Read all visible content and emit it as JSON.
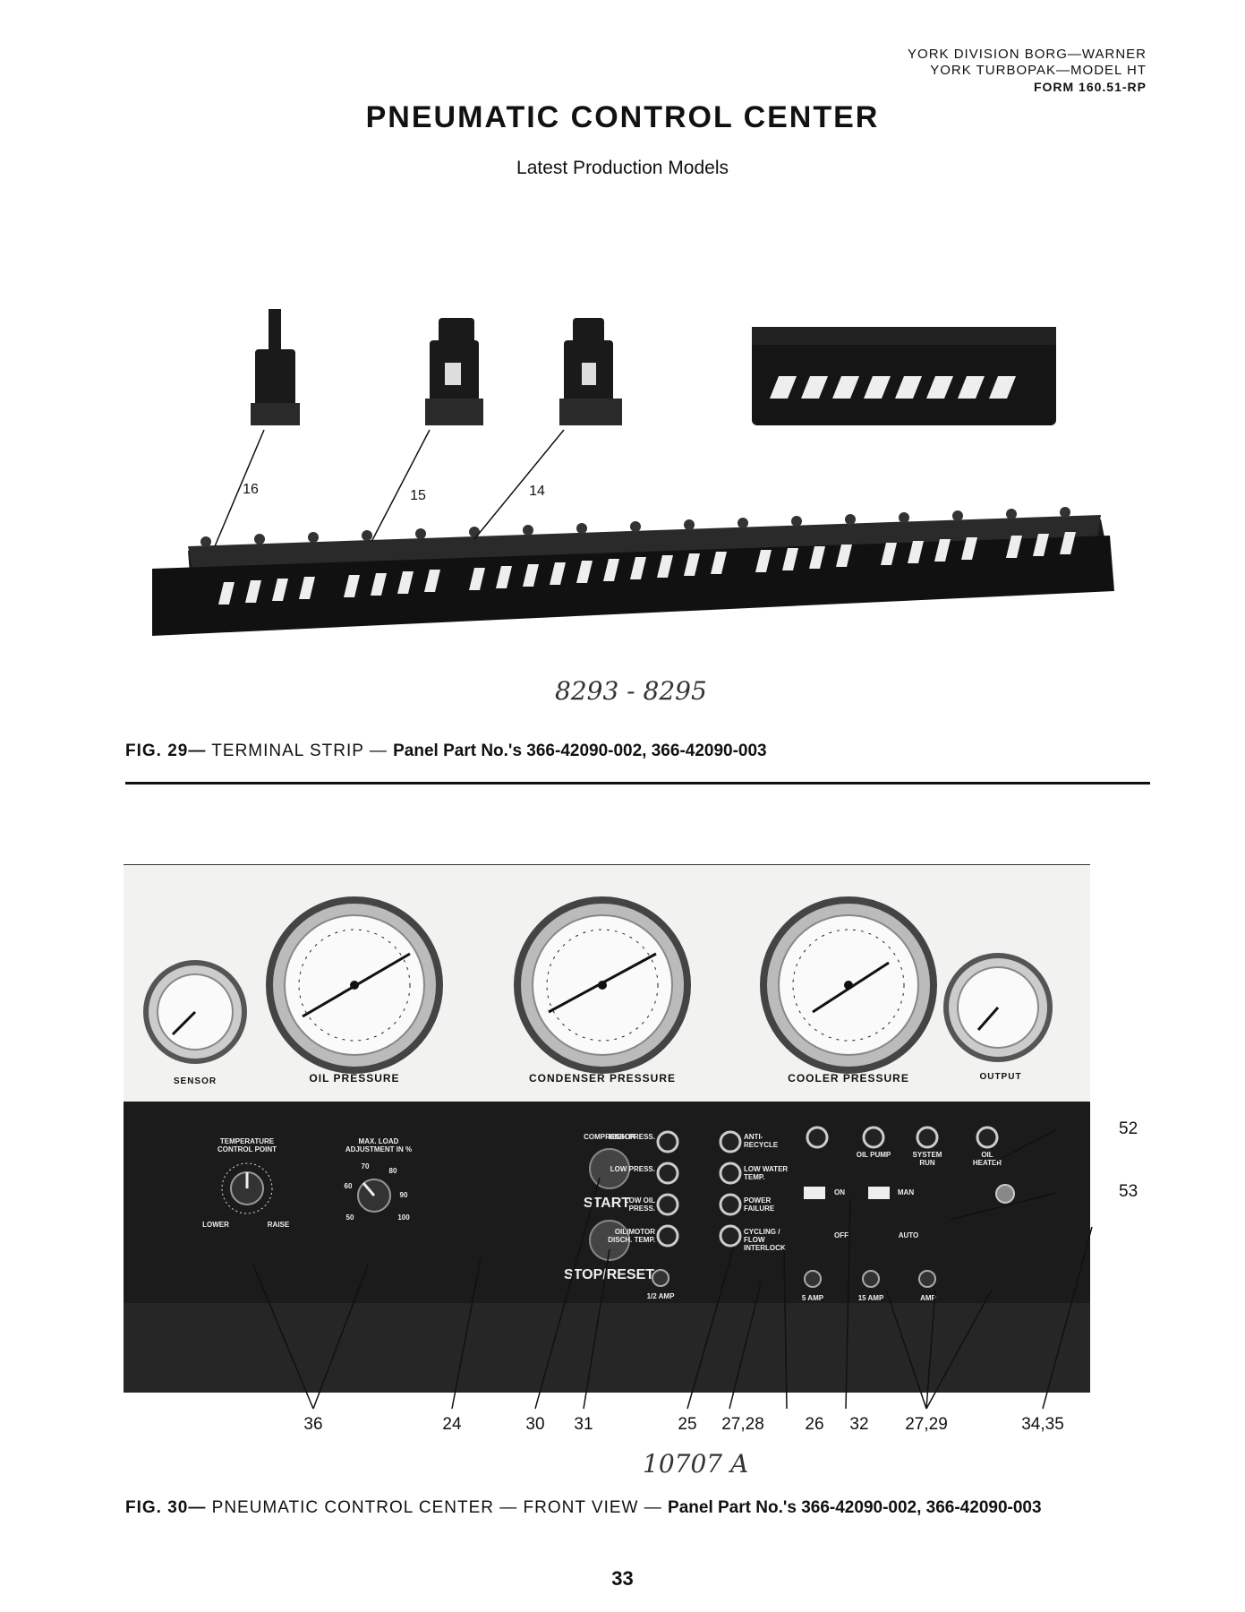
{
  "header": {
    "line1": "YORK DIVISION  BORG—WARNER",
    "line2": "YORK TURBOPAK—MODEL HT",
    "line3": "FORM 160.51-RP"
  },
  "title": "PNEUMATIC CONTROL CENTER",
  "subtitle": "Latest Production Models",
  "fig29": {
    "label": "FIG. 29—",
    "name": "TERMINAL STRIP",
    "dash": "—",
    "parts": "Panel Part No.'s 366-42090-002, 366-42090-003",
    "callouts": [
      "16",
      "15",
      "14"
    ],
    "handwritten": "8293 - 8295"
  },
  "fig30": {
    "label": "FIG. 30—",
    "name": "PNEUMATIC CONTROL CENTER — FRONT VIEW —",
    "parts": "Panel Part No.'s 366-42090-002, 366-42090-003",
    "handwritten": "10707 A",
    "gauges": {
      "sensor": "SENSOR",
      "oil": "OIL PRESSURE",
      "condenser": "CONDENSER PRESSURE",
      "cooler": "COOLER PRESSURE",
      "output": "OUTPUT"
    },
    "panel": {
      "temp_control": "TEMPERATURE CONTROL POINT",
      "lower": "LOWER",
      "raise": "RAISE",
      "max_load": "MAX. LOAD ADJUSTMENT IN %",
      "load_ticks": [
        "50",
        "60",
        "70",
        "80",
        "90",
        "100"
      ],
      "compressor": "COMPRESSOR",
      "start": "START",
      "stop_reset": "STOP/RESET",
      "lights_left": [
        "HIGH PRESS.",
        "LOW PRESS.",
        "LOW OIL PRESS.",
        "OIL/MOTOR DISCH. TEMP."
      ],
      "lights_right": [
        "ANTI-RECYCLE",
        "LOW WATER TEMP.",
        "POWER FAILURE",
        "CYCLING / FLOW INTERLOCK"
      ],
      "top_lights": [
        "OIL PUMP",
        "SYSTEM RUN",
        "OIL HEATER"
      ],
      "on": "ON",
      "off": "OFF",
      "man": "MAN",
      "auto": "AUTO",
      "fuse_half": "1/2 AMP",
      "fuse_5": "5 AMP",
      "fuse_15": "15 AMP",
      "fuse_amp": "AMP"
    },
    "callouts_right": [
      "52",
      "53"
    ],
    "callouts_bottom": [
      "36",
      "24",
      "30",
      "31",
      "25",
      "27,28",
      "26",
      "32",
      "27,29",
      "34,35"
    ]
  },
  "page_number": "33"
}
